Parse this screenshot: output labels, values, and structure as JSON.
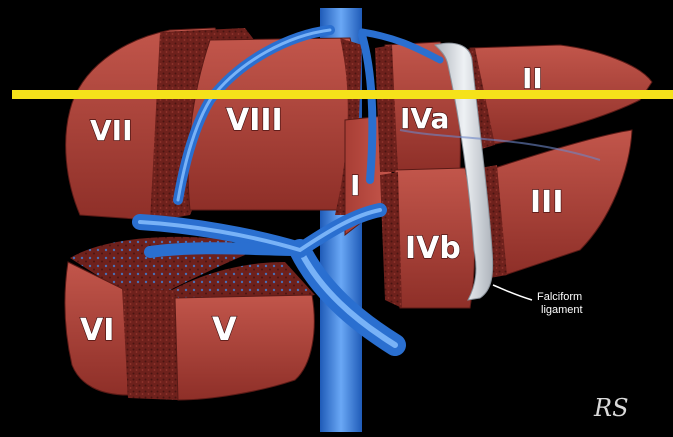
{
  "segments": {
    "ii": "II",
    "iii": "III",
    "iva": "IVa",
    "ivb": "IVb",
    "i": "I",
    "v": "V",
    "vi": "VI",
    "vii": "VII",
    "viii": "VIII"
  },
  "falciform_label": [
    "Falciform",
    "ligament"
  ],
  "signature": "RS",
  "colors": {
    "liver": "#b5483f",
    "liver_dark": "#7a2721",
    "vessel": "#2a6fd0",
    "vessel_light": "#5b9df0",
    "ligament": "#d5d9df",
    "cut_line": "#f5e21a",
    "background": "#000000"
  }
}
